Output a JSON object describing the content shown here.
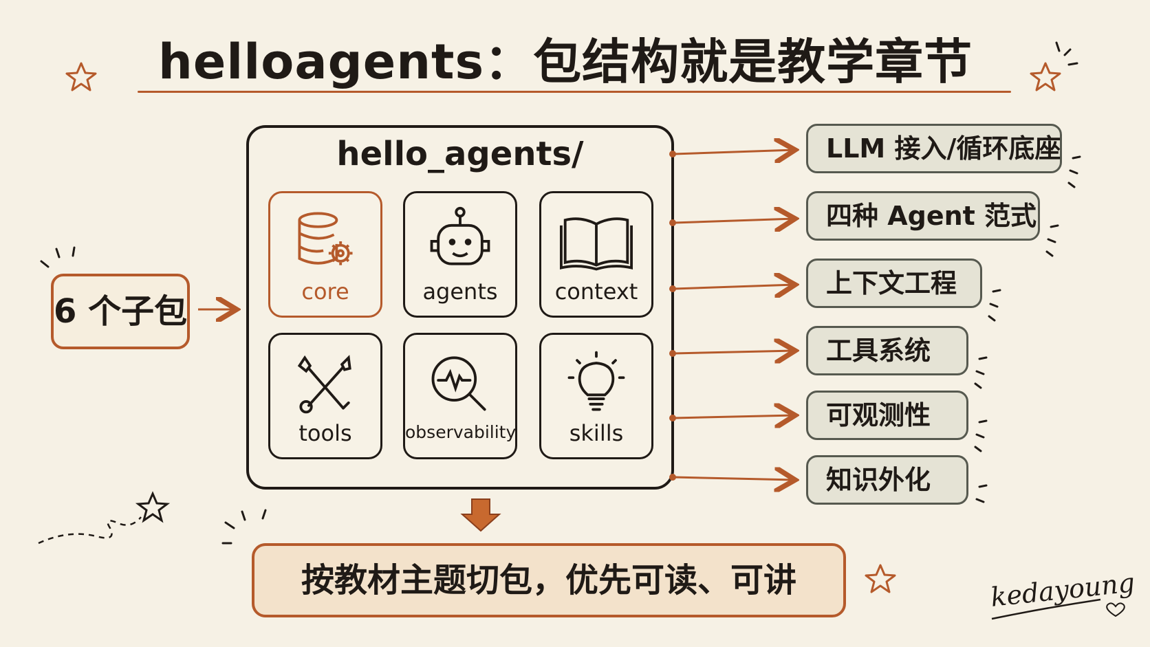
{
  "title": "helloagents：包结构就是教学章节",
  "package": {
    "name": "hello_agents/",
    "modules": [
      {
        "label": "core",
        "icon": "database-gear-icon"
      },
      {
        "label": "agents",
        "icon": "robot-icon"
      },
      {
        "label": "context",
        "icon": "open-book-icon"
      },
      {
        "label": "tools",
        "icon": "wrench-screwdriver-icon"
      },
      {
        "label": "observability",
        "icon": "magnifier-pulse-icon"
      },
      {
        "label": "skills",
        "icon": "lightbulb-icon"
      }
    ]
  },
  "left_label": "6 个子包",
  "right_items": [
    "LLM 接入/循环底座",
    "四种 Agent 范式",
    "上下文工程",
    "工具系统",
    "可观测性",
    "知识外化"
  ],
  "bottom_label": "按教材主题切包，优先可读、可讲",
  "signature": "kedayoung",
  "colors": {
    "background": "#f6f1e5",
    "accent": "#b55a2b",
    "ink": "#1f1a16",
    "tag_fill": "#e5e3d5",
    "tag_border": "#56594f",
    "bottom_fill": "#f3e2cb"
  }
}
